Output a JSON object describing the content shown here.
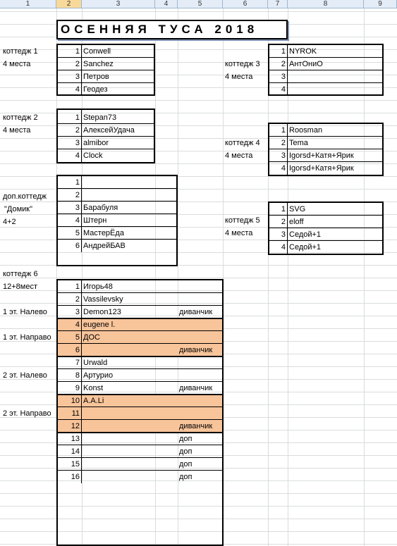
{
  "columns": [
    "1",
    "2",
    "3",
    "4",
    "5",
    "6",
    "7",
    "8",
    "9"
  ],
  "title": "ОСЕННЯЯ ТУСА 2018",
  "c1": {
    "label": "коттедж 1",
    "places": "4 места",
    "rows": [
      {
        "n": "1",
        "name": "Conwell"
      },
      {
        "n": "2",
        "name": "Sanchez"
      },
      {
        "n": "3",
        "name": "Петров"
      },
      {
        "n": "4",
        "name": "Геодез"
      }
    ]
  },
  "c2": {
    "label": "коттедж 2",
    "places": "4 места",
    "rows": [
      {
        "n": "1",
        "name": "Stepan73"
      },
      {
        "n": "2",
        "name": "АлексейУдача"
      },
      {
        "n": "3",
        "name": "almibor"
      },
      {
        "n": "4",
        "name": "Clock"
      }
    ]
  },
  "extra": {
    "label": "доп.коттедж",
    "name": "\"Домик\"",
    "places": "4+2",
    "rows": [
      {
        "n": "1",
        "name": ""
      },
      {
        "n": "2",
        "name": ""
      },
      {
        "n": "3",
        "name": "Барабуля"
      },
      {
        "n": "4",
        "name": "Штерн"
      },
      {
        "n": "5",
        "name": "МастерЁда"
      },
      {
        "n": "6",
        "name": "АндрейБАВ"
      }
    ]
  },
  "c3": {
    "label": "коттедж 3",
    "places": "4 места",
    "rows": [
      {
        "n": "1",
        "name": "NYROK"
      },
      {
        "n": "2",
        "name": "АнтОниО"
      },
      {
        "n": "3",
        "name": ""
      },
      {
        "n": "4",
        "name": ""
      }
    ]
  },
  "c4": {
    "label": "коттедж 4",
    "places": "4 места",
    "rows": [
      {
        "n": "1",
        "name": "Roosman"
      },
      {
        "n": "2",
        "name": "Tema"
      },
      {
        "n": "3",
        "name": " Igorsd+Катя+Ярик"
      },
      {
        "n": "4",
        "name": " Igorsd+Катя+Ярик"
      }
    ]
  },
  "c5": {
    "label": "коттедж 5",
    "places": "4 места",
    "rows": [
      {
        "n": "1",
        "name": "SVG"
      },
      {
        "n": "2",
        "name": "eloff"
      },
      {
        "n": "3",
        "name": "Седой+1"
      },
      {
        "n": "4",
        "name": "Седой+1"
      }
    ]
  },
  "c6": {
    "label": "коттедж 6",
    "places": "12+8мест",
    "floors": [
      "1 эт. Налево",
      "1 эт. Направо",
      "2 эт. Налево",
      "2 эт. Направо"
    ],
    "rows": [
      {
        "n": "1",
        "name": "Игорь48",
        "note": ""
      },
      {
        "n": "2",
        "name": "Vassilevsky",
        "note": ""
      },
      {
        "n": "3",
        "name": "Demon123",
        "note": "диванчик"
      },
      {
        "n": "4",
        "name": "eugene l.",
        "note": ""
      },
      {
        "n": "5",
        "name": "ДОС",
        "note": ""
      },
      {
        "n": "6",
        "name": "",
        "note": "диванчик"
      },
      {
        "n": "7",
        "name": "Urwald",
        "note": ""
      },
      {
        "n": "8",
        "name": "Артурио",
        "note": ""
      },
      {
        "n": "9",
        "name": "Konst",
        "note": "диванчик"
      },
      {
        "n": "10",
        "name": "A.A.Li",
        "note": ""
      },
      {
        "n": "11",
        "name": "",
        "note": ""
      },
      {
        "n": "12",
        "name": "",
        "note": "диванчик"
      },
      {
        "n": "13",
        "name": "",
        "note": "доп"
      },
      {
        "n": "14",
        "name": "",
        "note": "доп"
      },
      {
        "n": "15",
        "name": "",
        "note": "доп"
      },
      {
        "n": "16",
        "name": "",
        "note": "доп"
      }
    ]
  },
  "colors": {
    "highlight": "#f8c49a",
    "header_bg": "#e4ecf7",
    "selected_header": "#f9d99a"
  }
}
